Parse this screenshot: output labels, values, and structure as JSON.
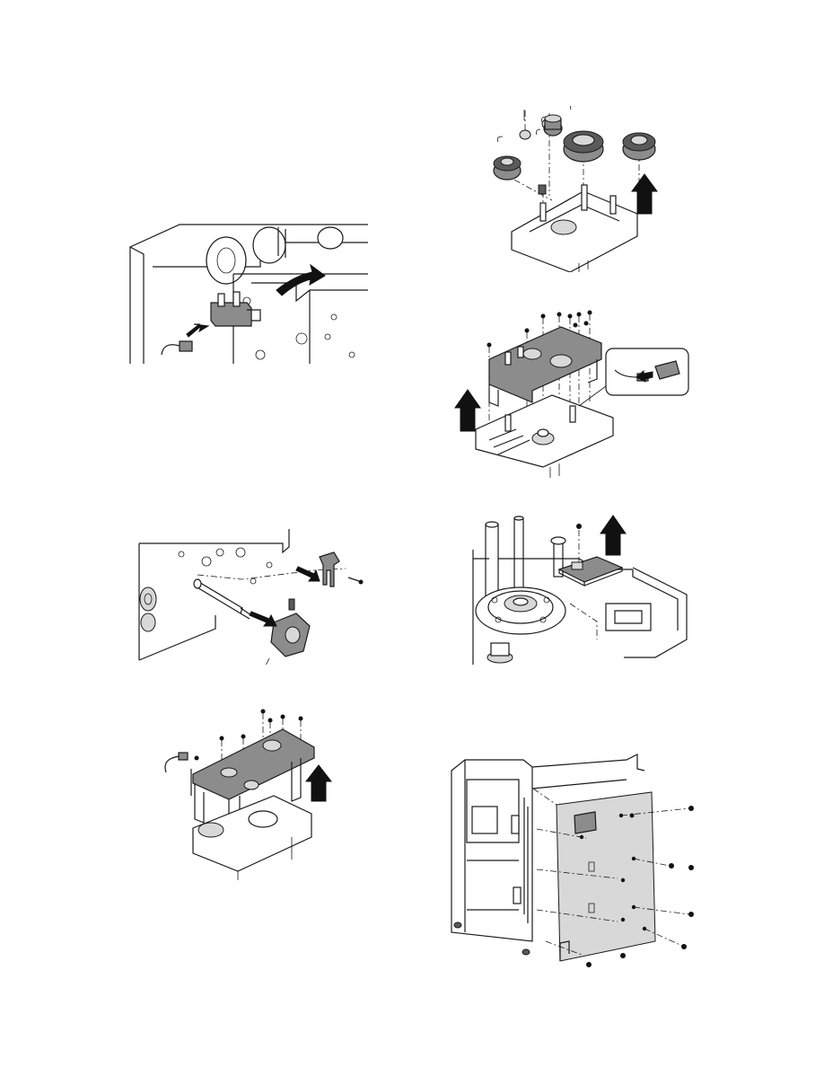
{
  "page": {
    "background": "#ffffff",
    "ink_color": "#1a1a1a",
    "shade_color": "#8c8c8c"
  },
  "figures": [
    {
      "id": "fig-sensor-removal",
      "icon": "interlock-switch-removal-diagram"
    },
    {
      "id": "fig-shaft-cam",
      "icon": "shaft-cam-removal-diagram"
    },
    {
      "id": "fig-bracket-unit",
      "icon": "bracket-unit-lift-diagram"
    },
    {
      "id": "fig-gear-train",
      "icon": "gear-train-exploded-diagram"
    },
    {
      "id": "fig-plate-connector",
      "icon": "plate-connector-exploded-diagram"
    },
    {
      "id": "fig-pcb-lift",
      "icon": "pcb-lift-diagram"
    },
    {
      "id": "fig-side-cover",
      "icon": "side-cover-screws-diagram"
    }
  ]
}
